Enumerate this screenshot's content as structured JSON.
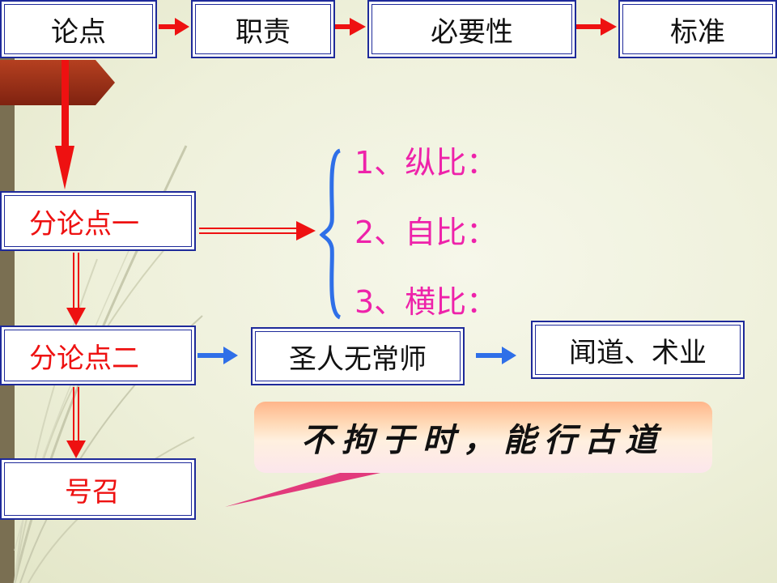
{
  "top_row": {
    "step1": "论点",
    "step2": "职责",
    "step3": "必要性",
    "step4": "标准"
  },
  "left_column": {
    "point1": "分论点一",
    "point2": "分论点二",
    "call": "号召"
  },
  "comparisons": {
    "item1": "1、纵比：",
    "item2": "2、自比：",
    "item3": "3、横比："
  },
  "point2_flow": {
    "sage": "圣人无常师",
    "result": "闻道、术业"
  },
  "banner": {
    "text": "不拘于时，能行古道"
  },
  "colors": {
    "box_border": "#1e2a9a",
    "red_arrow": "#ee1111",
    "blue_arrow": "#2f6fe8",
    "pink_text": "#ee22aa",
    "brace": "#2f6fe8"
  }
}
